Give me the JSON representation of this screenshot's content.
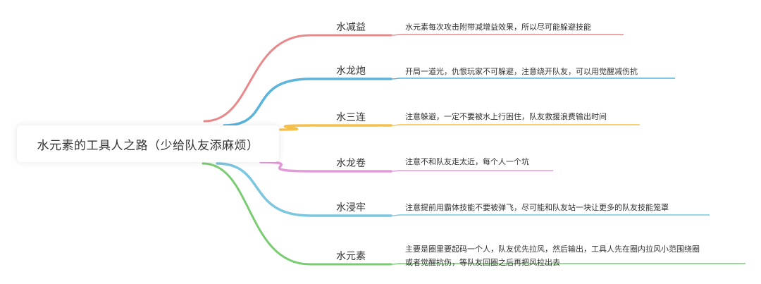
{
  "root": {
    "label": "水元素的工具人之路（少给队友添麻烦）"
  },
  "branches": [
    {
      "label": "水减益",
      "note": [
        "水元素每次攻击附带减增益效果，所以尽可能躲避技能"
      ],
      "color": "#e8888a"
    },
    {
      "label": "水龙炮",
      "note": [
        "开局一道光，仇恨玩家不可躲避，注意绕开队友，可以用觉醒减伤抗"
      ],
      "color": "#5ab4dc"
    },
    {
      "label": "水三连",
      "note": [
        "注意躲避，一定不要被水上行困住，队友救援浪费输出时间"
      ],
      "color": "#f5c04a"
    },
    {
      "label": "水龙卷",
      "note": [
        "注意不和队友走太近，每个人一个坑"
      ],
      "color": "#e49ad8"
    },
    {
      "label": "水浸牢",
      "note": [
        "注意提前用霸体技能不要被弹飞，尽可能和队友站一块让更多的队友技能笼罩"
      ],
      "color": "#7cc6e0"
    },
    {
      "label": "水元素",
      "note": [
        "主要是圈里要起码一个人，队友优先拉风，然后输出，工具人先在圈内拉风小范围绕圈",
        "或者觉醒抗伤，等队友回圈之后再把风拉出去"
      ],
      "color": "#7acc72"
    }
  ]
}
